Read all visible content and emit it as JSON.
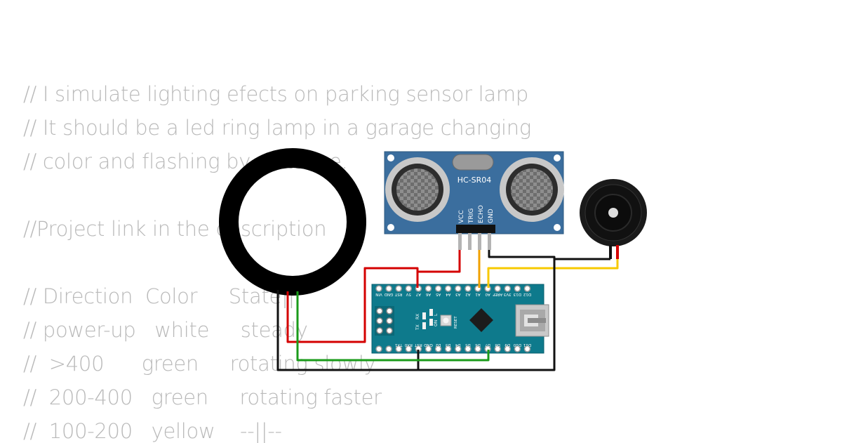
{
  "code_comments": [
    "// I simulate lighting efects on parking sensor lamp",
    "// It should be a led ring lamp in a garage changing",
    "// color and flashing by distance.",
    "",
    "//Project link in the description",
    "",
    "// Direction  Color     State||",
    "// power-up   white     steady",
    "//  >400      green     rotating slowly",
    "//  200-400   green     rotating faster",
    "//  100-200   yellow    --||--"
  ],
  "sensor": {
    "model": "HC-SR04",
    "pins": [
      "VCC",
      "TRIG",
      "ECHO",
      "GND"
    ]
  },
  "arduino": {
    "top_pins": [
      "D12",
      "D13",
      "3V3",
      "AREF",
      "A0",
      "A1",
      "A2",
      "A3",
      "A4",
      "A5",
      "A6",
      "A7",
      "5V",
      "RST",
      "GND",
      "VIN"
    ],
    "bottom_pins": [
      "D11",
      "D10",
      "D9",
      "D8",
      "D7",
      "D6",
      "D5",
      "D4",
      "D3",
      "D2",
      "GND",
      "RST",
      "RX0",
      "TX1"
    ],
    "led_labels": [
      "TX",
      "RX",
      "ON",
      "L"
    ],
    "reset_label": "RESET"
  },
  "wire_colors": {
    "red": "#d40000",
    "green": "#1a9b1a",
    "yellow": "#f7c900",
    "orange": "#f0a000",
    "black": "#111111"
  }
}
